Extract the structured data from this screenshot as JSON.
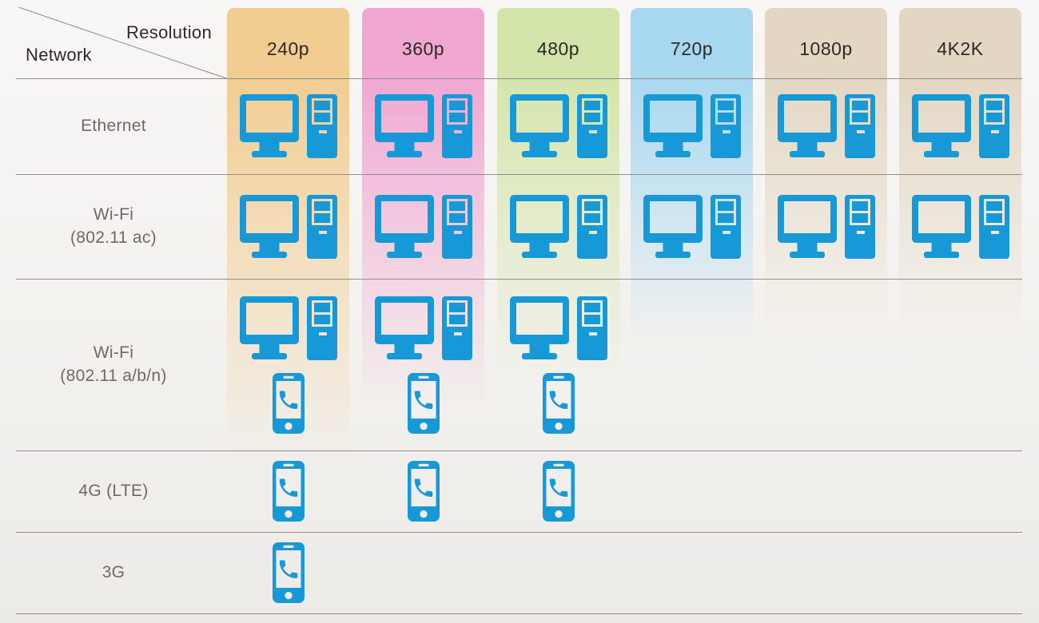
{
  "colors": {
    "icon_blue": "#1899d7",
    "grid_line": "#918e8b",
    "header_text": "#2d2926",
    "row_label_text": "#6e6964"
  },
  "matrix": {
    "corner": {
      "column_axis": "Resolution",
      "row_axis": "Network"
    },
    "columns": [
      {
        "label": "240p",
        "color": "#f2cd92"
      },
      {
        "label": "360p",
        "color": "#f0a8d2"
      },
      {
        "label": "480p",
        "color": "#d4e5ab"
      },
      {
        "label": "720p",
        "color": "#a8d8f0"
      },
      {
        "label": "1080p",
        "color": "#e3d7c3"
      },
      {
        "label": "4K2K",
        "color": "#e3d7c3"
      }
    ],
    "rows": [
      {
        "label_lines": [
          "Ethernet"
        ],
        "cells": [
          [
            "pc"
          ],
          [
            "pc"
          ],
          [
            "pc"
          ],
          [
            "pc"
          ],
          [
            "pc"
          ],
          [
            "pc"
          ]
        ]
      },
      {
        "label_lines": [
          "Wi-Fi",
          "(802.11 ac)"
        ],
        "cells": [
          [
            "pc"
          ],
          [
            "pc"
          ],
          [
            "pc"
          ],
          [
            "pc"
          ],
          [
            "pc"
          ],
          [
            "pc"
          ]
        ]
      },
      {
        "label_lines": [
          "Wi-Fi",
          "(802.11 a/b/n)"
        ],
        "cells": [
          [
            "pc",
            "phone"
          ],
          [
            "pc",
            "phone"
          ],
          [
            "pc",
            "phone"
          ],
          [],
          [],
          []
        ]
      },
      {
        "label_lines": [
          "4G (LTE)"
        ],
        "cells": [
          [
            "phone"
          ],
          [
            "phone"
          ],
          [
            "phone"
          ],
          [],
          [],
          []
        ]
      },
      {
        "label_lines": [
          "3G"
        ],
        "cells": [
          [
            "phone"
          ],
          [],
          [],
          [],
          [],
          []
        ]
      }
    ],
    "icons": {
      "pc": "desktop-pc-icon",
      "phone": "smartphone-icon"
    }
  },
  "chart_data": {
    "type": "table",
    "title": "",
    "column_axis_label": "Resolution",
    "row_axis_label": "Network",
    "categories": [
      "240p",
      "360p",
      "480p",
      "720p",
      "1080p",
      "4K2K"
    ],
    "series": [
      {
        "name": "Ethernet",
        "values": [
          "pc",
          "pc",
          "pc",
          "pc",
          "pc",
          "pc"
        ]
      },
      {
        "name": "Wi-Fi (802.11 ac)",
        "values": [
          "pc",
          "pc",
          "pc",
          "pc",
          "pc",
          "pc"
        ]
      },
      {
        "name": "Wi-Fi (802.11 a/b/n)",
        "values": [
          "pc+phone",
          "pc+phone",
          "pc+phone",
          "",
          "",
          ""
        ]
      },
      {
        "name": "4G (LTE)",
        "values": [
          "phone",
          "phone",
          "phone",
          "",
          "",
          ""
        ]
      },
      {
        "name": "3G",
        "values": [
          "phone",
          "",
          "",
          "",
          "",
          ""
        ]
      }
    ],
    "legend": "pc = desktop computer icon, phone = smartphone icon",
    "grid": "horizontal row separator lines only"
  }
}
